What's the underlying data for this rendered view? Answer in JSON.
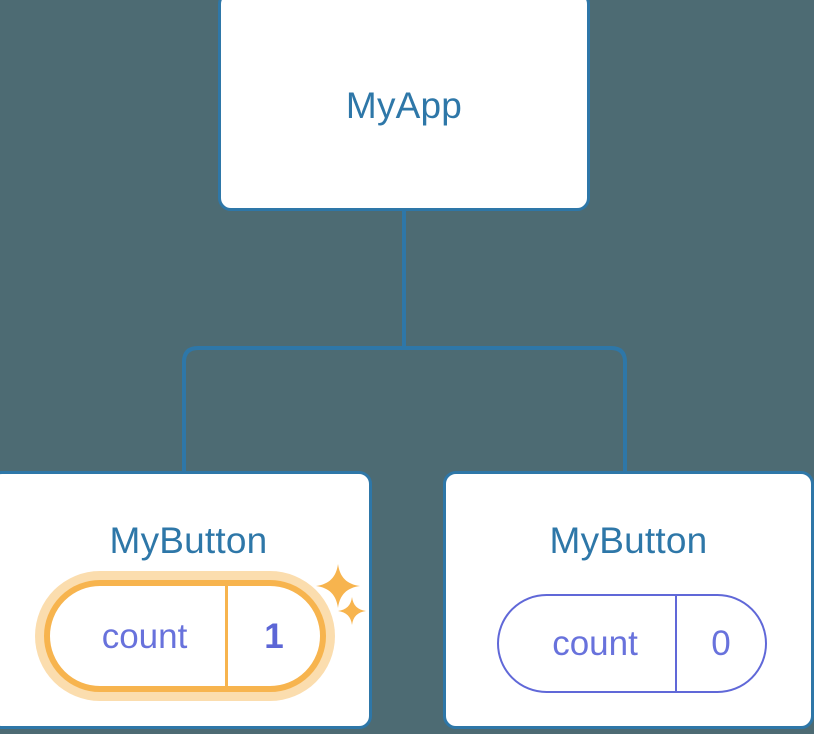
{
  "diagram": {
    "type": "component-tree",
    "title": "MyApp component tree with re-rendered child state",
    "background_color": "#4d6b73",
    "connector_color": "#2e77a8"
  },
  "palette": {
    "background": "#4d6b73",
    "card_border": "#2e77a8",
    "card_fill": "#ffffff",
    "node_title_text": "#2e77a8",
    "state_purple": "#6872dc",
    "state_purple_bold": "#5c66d6",
    "highlight_orange": "#f7b44e",
    "highlight_glow": "#fbddae"
  },
  "nodes": {
    "root": {
      "label": "MyApp",
      "has_state_pill": false
    },
    "child_left": {
      "label": "MyButton",
      "highlighted": true,
      "state": {
        "key": "count",
        "value": "1"
      },
      "sparkles": [
        {
          "name": "sparkle-large",
          "size": 44
        },
        {
          "name": "sparkle-small",
          "size": 28
        }
      ]
    },
    "child_right": {
      "label": "MyButton",
      "highlighted": false,
      "state": {
        "key": "count",
        "value": "0"
      }
    }
  }
}
